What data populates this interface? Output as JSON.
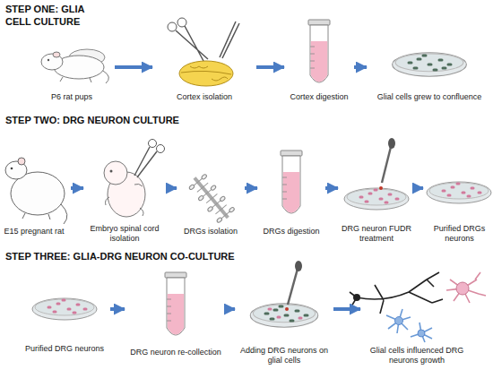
{
  "diagram": {
    "nodes": [
      {
        "text": [
          "P6 rat pups"
        ]
      },
      {
        "text": [
          "Cortex isolation"
        ]
      },
      {
        "text": [
          "Cortex digestion"
        ]
      },
      {
        "text": [
          "Glial cells grew to confluence"
        ]
      },
      {
        "text": [
          "E15 pregnant rat"
        ]
      },
      {
        "text": [
          "Embryo spinal cord isolation"
        ]
      },
      {
        "text": [
          "DRGs isolation"
        ]
      },
      {
        "text": [
          "DRGs digestion"
        ]
      },
      {
        "text": [
          "DRG neuron FUDR treatment"
        ]
      },
      {
        "text": [
          "Purified DRGs neurons"
        ]
      },
      {
        "text": [
          "Purified DRG neurons"
        ]
      },
      {
        "text": [
          "DRG neuron re-collection"
        ]
      },
      {
        "text": [
          "Adding DRG neurons on glial cells"
        ]
      },
      {
        "text": [
          "Glial cells influenced DRG neurons growth"
        ]
      }
    ],
    "edges": [
      {
        "from": 0,
        "to": 1,
        "arrow": "to"
      },
      {
        "from": 1,
        "to": 2,
        "arrow": "to"
      },
      {
        "from": 2,
        "to": 3,
        "arrow": "to"
      },
      {
        "from": 4,
        "to": 5,
        "arrow": "to"
      },
      {
        "from": 5,
        "to": 6,
        "arrow": "to"
      },
      {
        "from": 6,
        "to": 7,
        "arrow": "to"
      },
      {
        "from": 7,
        "to": 8,
        "arrow": "to"
      },
      {
        "from": 8,
        "to": 9,
        "arrow": "to"
      },
      {
        "from": 10,
        "to": 11,
        "arrow": "to"
      },
      {
        "from": 11,
        "to": 12,
        "arrow": "to"
      },
      {
        "from": 12,
        "to": 13,
        "arrow": "to"
      }
    ],
    "labels": [
      "STEP ONE: GLIA CELL CULTURE",
      "STEP TWO: DRG NEURON CULTURE",
      "STEP THREE: GLIA-DRG NEURON CO-CULTURE"
    ]
  }
}
